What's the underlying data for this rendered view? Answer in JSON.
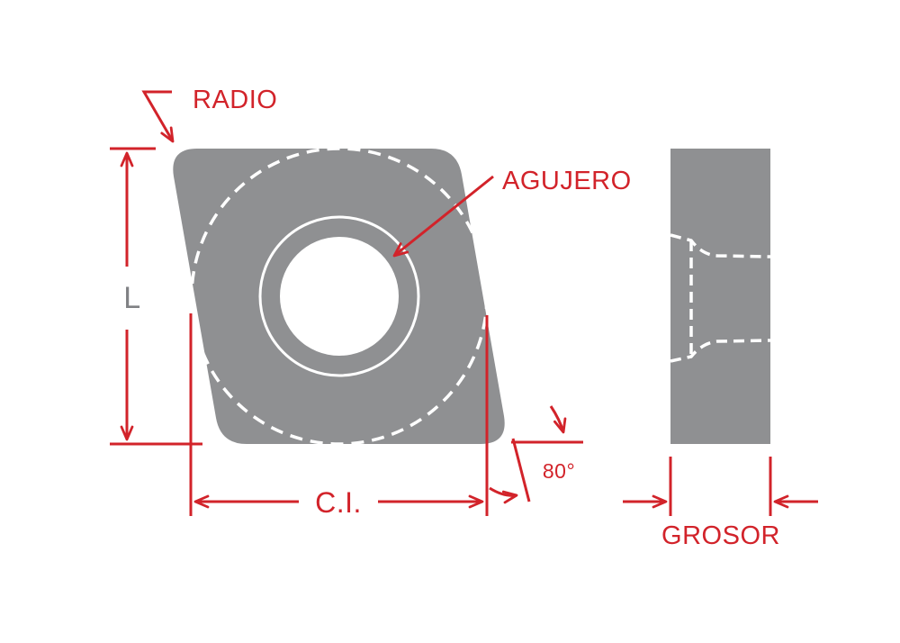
{
  "labels": {
    "radio": "RADIO",
    "agujero": "AGUJERO",
    "length": "L",
    "inscribed_circle": "C.I.",
    "angle": "80°",
    "thickness": "GROSOR"
  },
  "colors": {
    "red": "#d2232a",
    "gray": "#8f9092",
    "labelGray": "#808184",
    "bg": "#ffffff"
  }
}
